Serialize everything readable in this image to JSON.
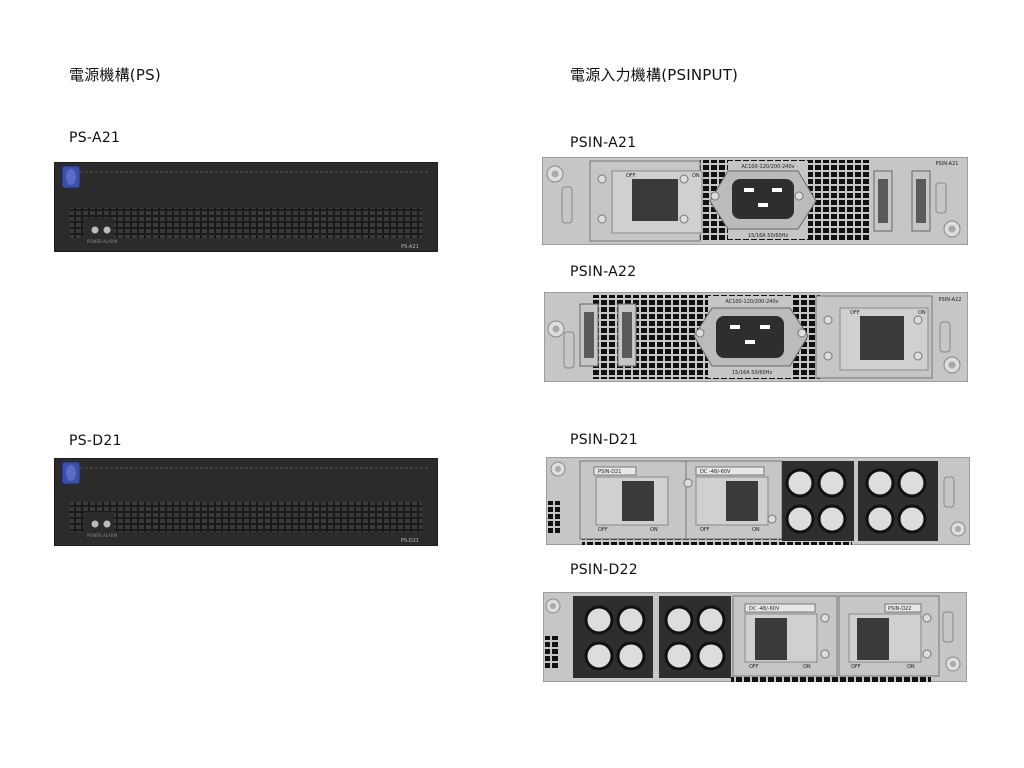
{
  "headings": {
    "ps": "電源機構(PS)",
    "psinput": "電源入力機構(PSINPUT)"
  },
  "ps_units": [
    {
      "label": "PS-A21",
      "corner_tag": "PS-A21",
      "led1": "POWER",
      "led2": "ALARM"
    },
    {
      "label": "PS-D21",
      "corner_tag": "PS-D21",
      "led1": "POWER",
      "led2": "ALARM"
    }
  ],
  "psin_units": [
    {
      "label": "PSIN-A21",
      "corner_tag": "PSIN-A21",
      "rating_top": "AC100-120/200-240v",
      "rating_bottom": "15/16A  50/60Hz",
      "off": "OFF",
      "on": "ON"
    },
    {
      "label": "PSIN-A22",
      "corner_tag": "PSIN-A22",
      "rating_top": "AC100-120/200-240v",
      "rating_bottom": "15/16A  50/60Hz",
      "off": "OFF",
      "on": "ON"
    },
    {
      "label": "PSIN-D21",
      "corner_tag": "PSIN-D21",
      "dc_rating": "DC -48/-60V",
      "off": "OFF",
      "on": "ON"
    },
    {
      "label": "PSIN-D22",
      "corner_tag": "PSIN-D22",
      "dc_rating": "DC -48/-60V",
      "off": "OFF",
      "on": "ON"
    }
  ],
  "colors": {
    "ps_body": "#2b2b2b",
    "psin_body": "#c6c6c6",
    "blue_latch": "#3d4fa8"
  }
}
